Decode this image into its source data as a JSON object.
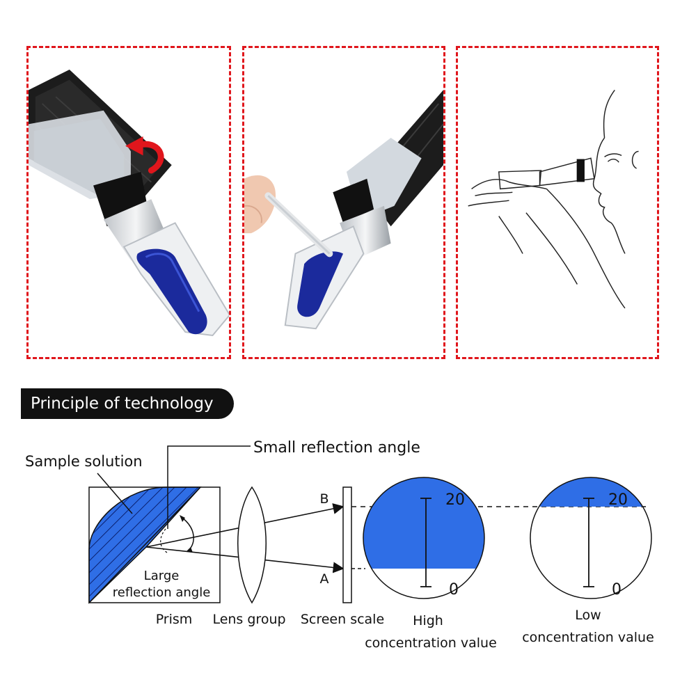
{
  "banner": {
    "title": "Principle of technology"
  },
  "labels": {
    "sample_solution": "Sample solution",
    "small_reflection_angle": "Small reflection angle",
    "large_line1": "Large",
    "large_line2": "reflection angle",
    "prism": "Prism",
    "lens_group": "Lens group",
    "screen_scale": "Screen scale",
    "point_b": "B",
    "point_a": "A",
    "high_line1": "High",
    "high_line2": "concentration value",
    "low_line1": "Low",
    "low_line2": "concentration value"
  },
  "scales": {
    "high": {
      "top": "20",
      "bottom": "0"
    },
    "low": {
      "top": "20",
      "bottom": "0"
    }
  },
  "colors": {
    "dashed_frame": "#e0161c",
    "arrow_red": "#e0161c",
    "sample_blue": "#2f6ee6",
    "view_blue": "#2f6ee6",
    "banner_bg": "#111111",
    "lens_blue": "#1b2a9c"
  },
  "icons": {
    "panel_1": "refractometer-open-cover-icon",
    "panel_2": "refractometer-apply-sample-icon",
    "panel_3": "person-viewing-eyepiece-icon"
  }
}
